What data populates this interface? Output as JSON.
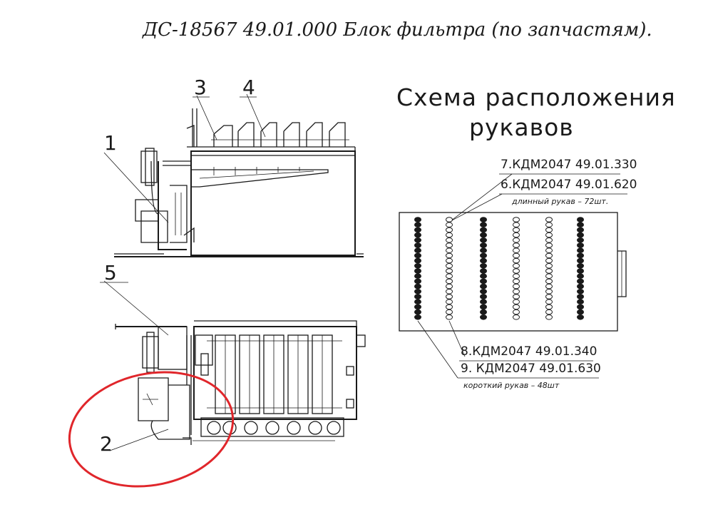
{
  "title": "ДС-18567 49.01.000 Блок фильтра (по запчастям).",
  "scheme": {
    "heading_line1": "Схема расположения",
    "heading_line2": "рукавов",
    "long_sleeves": {
      "items": [
        "7.КДМ2047 49.01.330",
        "6.КДМ2047 49.01.620"
      ],
      "note": "длинный рукав – 72шт."
    },
    "short_sleeves": {
      "items": [
        "8.КДМ2047 49.01.340",
        "9. КДМ2047 49.01.630"
      ],
      "note": "короткий рукав – 48шт"
    }
  },
  "callouts": [
    "1",
    "2",
    "3",
    "4",
    "5"
  ],
  "colors": {
    "line": "#1a1a1a",
    "highlight_ellipse": "#e0262b",
    "background": "#ffffff"
  }
}
